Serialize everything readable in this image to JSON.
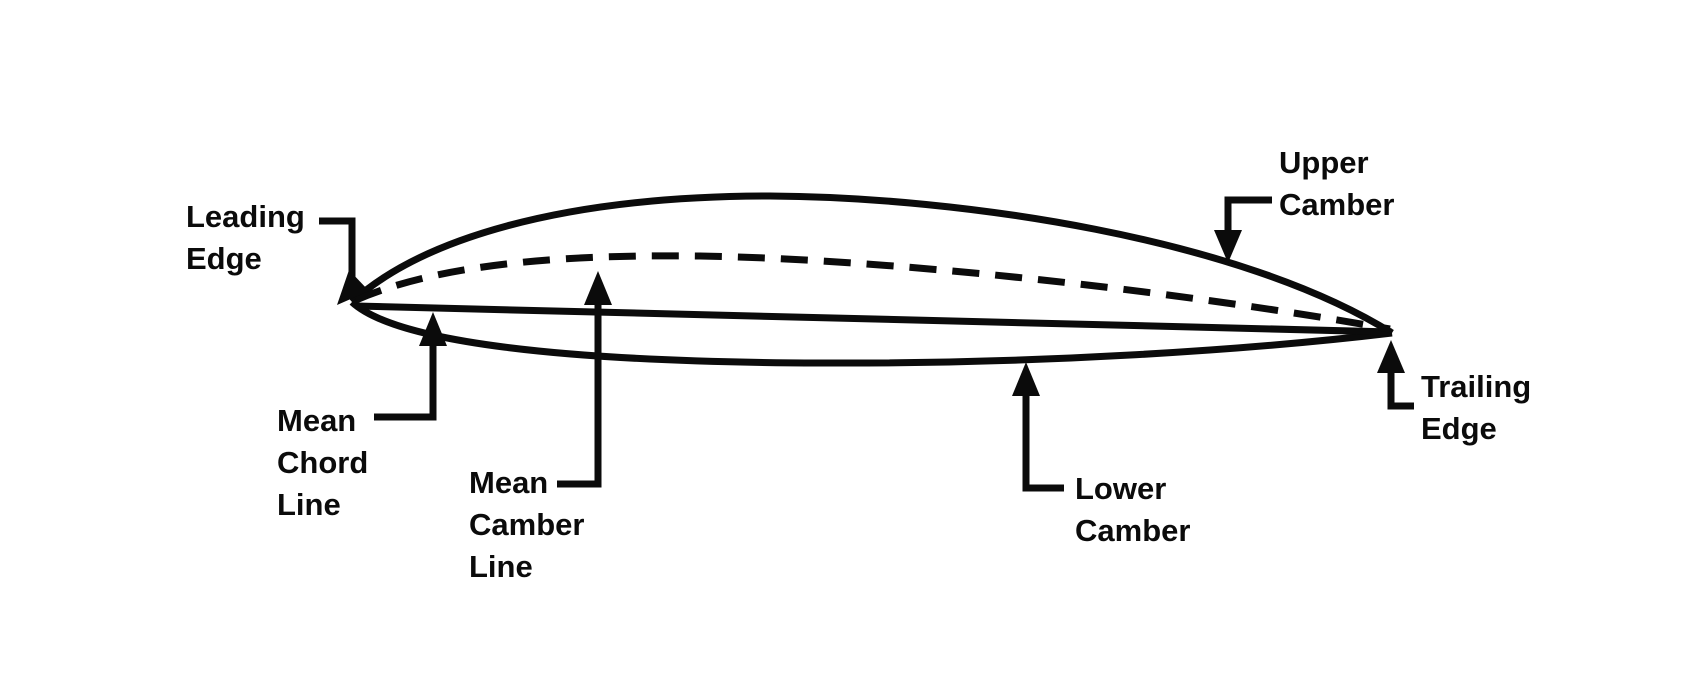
{
  "colors": {
    "ink": "#0b0b0b",
    "background": "#ffffff"
  },
  "diagram": {
    "labels": {
      "leading_edge": {
        "text": "Leading\nEdge"
      },
      "mean_chord_line": {
        "text": "Mean\nChord\nLine"
      },
      "mean_camber_line": {
        "text": "Mean\nCamber\nLine"
      },
      "lower_camber": {
        "text": "Lower\nCamber"
      },
      "upper_camber": {
        "text": "Upper\nCamber"
      },
      "trailing_edge": {
        "text": "Trailing\nEdge"
      }
    }
  }
}
